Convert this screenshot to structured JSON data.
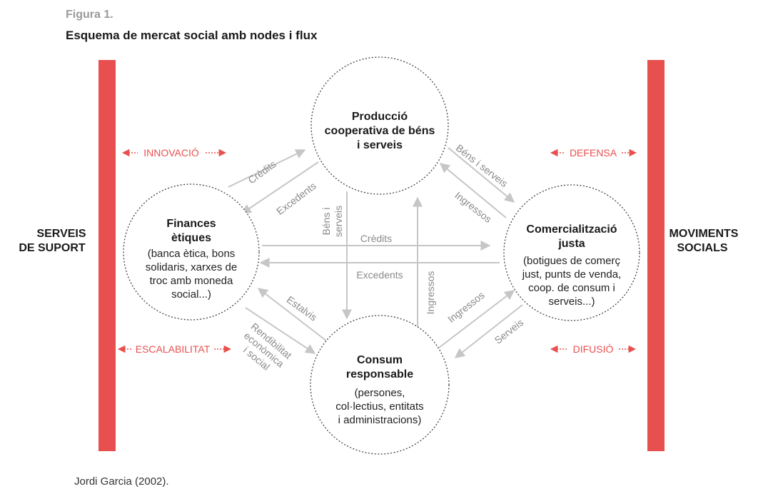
{
  "figure": {
    "label": "Figura 1.",
    "title": "Esquema de mercat social amb nodes i flux",
    "source": "Jordi Garcia (2002)."
  },
  "colors": {
    "accent_red": "#e8504f",
    "arrow_gray": "#c6c6c6",
    "flow_text_gray": "#8a8a8a",
    "node_stroke": "#444444"
  },
  "sides": {
    "left": {
      "line1": "SERVEIS",
      "line2": "DE SUPORT"
    },
    "right": {
      "line1": "MOVIMENTS",
      "line2": "SOCIALS"
    }
  },
  "roles": {
    "innovacio": "INNOVACIÓ",
    "escalabilitat": "ESCALABILITAT",
    "defensa": "DEFENSA",
    "difusio": "DIFUSIÓ"
  },
  "nodes": {
    "produccio": {
      "title": [
        "Producció",
        "cooperativa de béns",
        "i serveis"
      ],
      "desc": []
    },
    "finances": {
      "title": [
        "Finances",
        "ètiques"
      ],
      "desc": [
        "(banca ètica, bons",
        "solidaris, xarxes de",
        "troc amb moneda",
        "social...)"
      ]
    },
    "comercialitzacio": {
      "title": [
        "Comercialització",
        "justa"
      ],
      "desc": [
        "(botigues de comerç",
        "just, punts de venda,",
        "coop. de consum i",
        "serveis...)"
      ]
    },
    "consum": {
      "title": [
        "Consum",
        "responsable"
      ],
      "desc": [
        "(persones,",
        "col·lectius, entitats",
        "i administracions)"
      ]
    }
  },
  "flows": {
    "credits_fin_prod": "Crèdits",
    "excedents_prod_fin": "Excedents",
    "bens_prod_com": "Béns i serveis",
    "ingressos_com_prod": "Ingressos",
    "bens_prod_cons": [
      "Béns i",
      "serveis"
    ],
    "ingressos_cons_prod": "Ingressos",
    "credits_fin_com": "Crèdits",
    "excedents_com_fin": "Excedents",
    "estalvis_cons_fin": "Estalvis",
    "rendibilitat_fin_cons": [
      "Rendibilitat",
      "econòmica",
      "i social"
    ],
    "ingressos_cons_com": "Ingressos",
    "serveis_com_cons": "Serveis"
  }
}
